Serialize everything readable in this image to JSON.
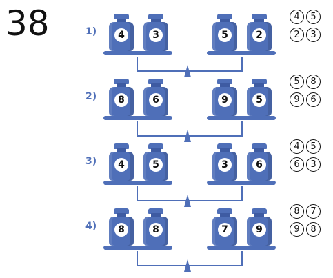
{
  "page_number": "38",
  "colors": {
    "accent": "#4f6fb8",
    "text": "#111111",
    "background": "#ffffff"
  },
  "rows": [
    {
      "label": "1)",
      "left": [
        "4",
        "3"
      ],
      "right": [
        "5",
        "2"
      ],
      "options": [
        "4",
        "5",
        "2",
        "3"
      ]
    },
    {
      "label": "2)",
      "left": [
        "8",
        "6"
      ],
      "right": [
        "9",
        "5"
      ],
      "options": [
        "5",
        "8",
        "9",
        "6"
      ]
    },
    {
      "label": "3)",
      "left": [
        "4",
        "5"
      ],
      "right": [
        "3",
        "6"
      ],
      "options": [
        "4",
        "5",
        "6",
        "3"
      ]
    },
    {
      "label": "4)",
      "left": [
        "8",
        "8"
      ],
      "right": [
        "7",
        "9"
      ],
      "options": [
        "8",
        "7",
        "9",
        "8"
      ]
    }
  ]
}
